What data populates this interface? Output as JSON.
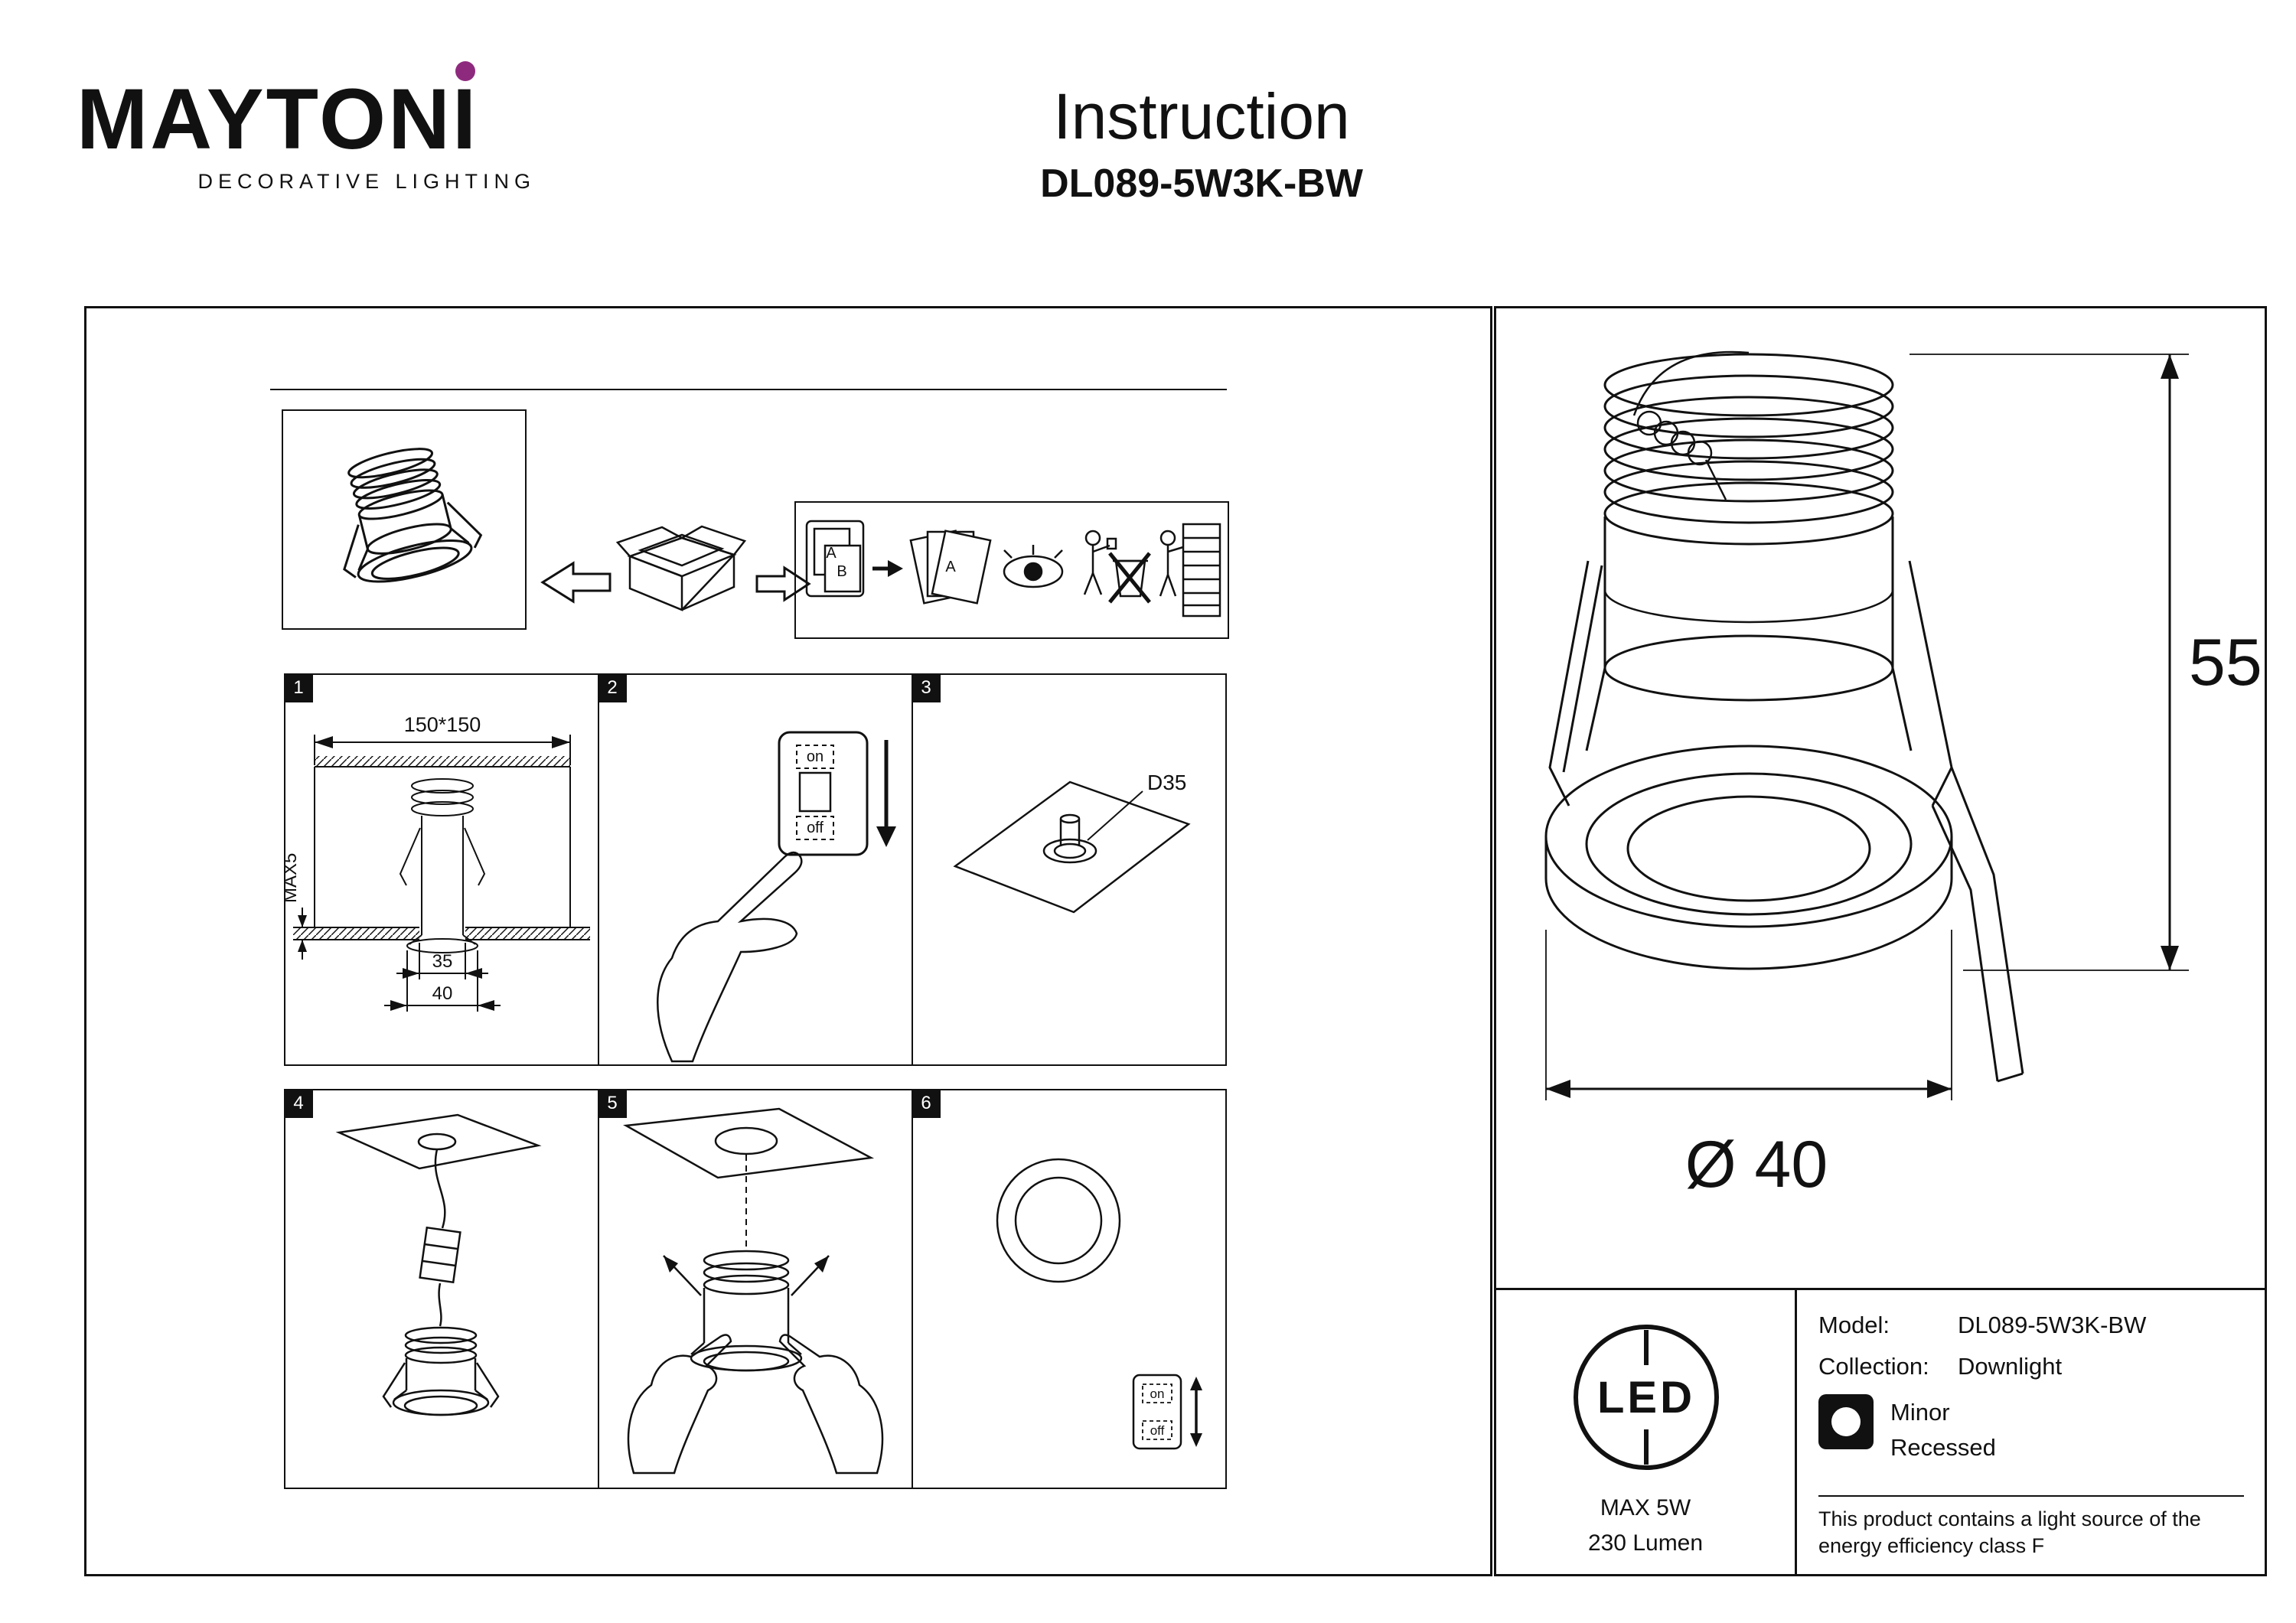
{
  "brand": {
    "name_main": "MAYTON",
    "name_i": "I",
    "tagline": "DECORATIVE LIGHTING",
    "dot_color": "#8e2a7e"
  },
  "header": {
    "title": "Instruction",
    "model": "DL089-5W3K-BW"
  },
  "unpack": {
    "doc_a": "A",
    "doc_b": "B",
    "paper_a": "A"
  },
  "steps": {
    "s1": {
      "num": "1",
      "cutout": "150*150",
      "depth": "MAX5",
      "inner": "35",
      "outer": "40"
    },
    "s2": {
      "num": "2",
      "on": "on",
      "off": "off"
    },
    "s3": {
      "num": "3",
      "hole": "D35"
    },
    "s4": {
      "num": "4"
    },
    "s5": {
      "num": "5"
    },
    "s6": {
      "num": "6",
      "on": "on",
      "off": "off"
    }
  },
  "drawing": {
    "height_mm": "55",
    "diameter": "Ø 40"
  },
  "specs": {
    "led": "LED",
    "max_power": "MAX 5W",
    "lumen": "230 Lumen",
    "model_label": "Model:",
    "model_value": "DL089-5W3K-BW",
    "collection_label": "Collection:",
    "collection_value": "Downlight",
    "type_line1": "Minor",
    "type_line2": "Recessed",
    "energy_note": "This product contains a light source of the energy efficiency class F"
  }
}
